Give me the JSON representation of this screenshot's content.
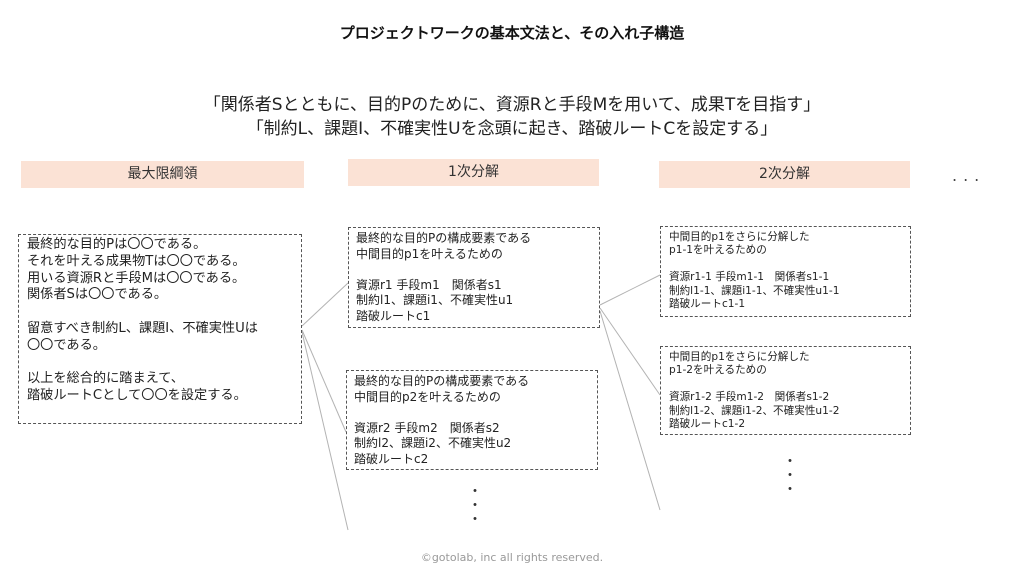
{
  "title": "プロジェクトワークの基本文法と、その入れ子構造",
  "formula": {
    "line1": "「関係者Sとともに、目的Pのために、資源Rと手段Mを用いて、成果Tを目指す」",
    "line2": "「制約L、課題I、不確実性Uを念頭に起き、踏破ルートCを設定する」"
  },
  "headers": {
    "col1": "最大限綱領",
    "col2": "1次分解",
    "col3": "2次分解",
    "more": "..."
  },
  "boxes": {
    "main": "最終的な目的Pは〇〇である。\nそれを叶える成果物Tは〇〇である。\n用いる資源Rと手段Mは〇〇である。\n関係者Sは〇〇である。\n\n留意すべき制約L、課題I、不確実性Uは\n〇〇である。\n\n以上を総合的に踏まえて、\n踏破ルートCとして〇〇を設定する。",
    "r1": "最終的な目的Pの構成要素である\n中間目的p1を叶えるための\n\n資源r1 手段m1　関係者s1\n制約l1、課題i1、不確実性u1\n踏破ルートc1",
    "r2": "最終的な目的Pの構成要素である\n中間目的p2を叶えるための\n\n資源r2 手段m2　関係者s2\n制約l2、課題i2、不確実性u2\n踏破ルートc2",
    "s1": "中間目的p1をさらに分解した\np1-1を叶えるための\n\n資源r1-1 手段m1-1　関係者s1-1\n制約l1-1、課題i1-1、不確実性u1-1\n踏破ルートc1-1",
    "s2": "中間目的p1をさらに分解した\np1-2を叶えるための\n\n資源r1-2 手段m1-2　関係者s1-2\n制約l1-2、課題i1-2、不確実性u1-2\n踏破ルートc1-2"
  },
  "continuation": {
    "col2": "・\n・\n・",
    "col3": "・\n・\n・"
  },
  "footer": "©gotolab, inc  all rights reserved.",
  "colors": {
    "header_bg": "#fbe2d5",
    "connector": "#b3b3b3",
    "box_border": "#555555"
  }
}
